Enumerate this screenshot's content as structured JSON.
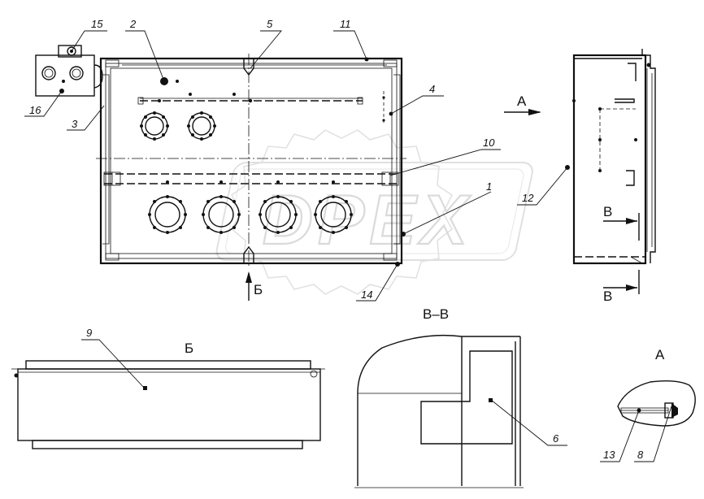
{
  "drawing": {
    "watermark": {
      "text": "DPEX",
      "color": "#bfbfbf"
    },
    "callouts": [
      {
        "id": "callout-15",
        "label": "15"
      },
      {
        "id": "callout-2",
        "label": "2"
      },
      {
        "id": "callout-5",
        "label": "5"
      },
      {
        "id": "callout-11",
        "label": "11"
      },
      {
        "id": "callout-16",
        "label": "16"
      },
      {
        "id": "callout-3",
        "label": "3"
      },
      {
        "id": "callout-4",
        "label": "4"
      },
      {
        "id": "callout-10",
        "label": "10"
      },
      {
        "id": "callout-1",
        "label": "1"
      },
      {
        "id": "callout-14",
        "label": "14"
      },
      {
        "id": "callout-12",
        "label": "12"
      },
      {
        "id": "callout-9",
        "label": "9"
      },
      {
        "id": "callout-6",
        "label": "6"
      },
      {
        "id": "callout-13",
        "label": "13"
      },
      {
        "id": "callout-8",
        "label": "8"
      }
    ],
    "view_labels": {
      "arrow_a": "А",
      "arrow_b_cyr": "Б",
      "arrow_v_top": "В",
      "arrow_v_bottom": "В",
      "section_vv": "В–В",
      "view_b": "Б",
      "view_a": "А"
    }
  }
}
